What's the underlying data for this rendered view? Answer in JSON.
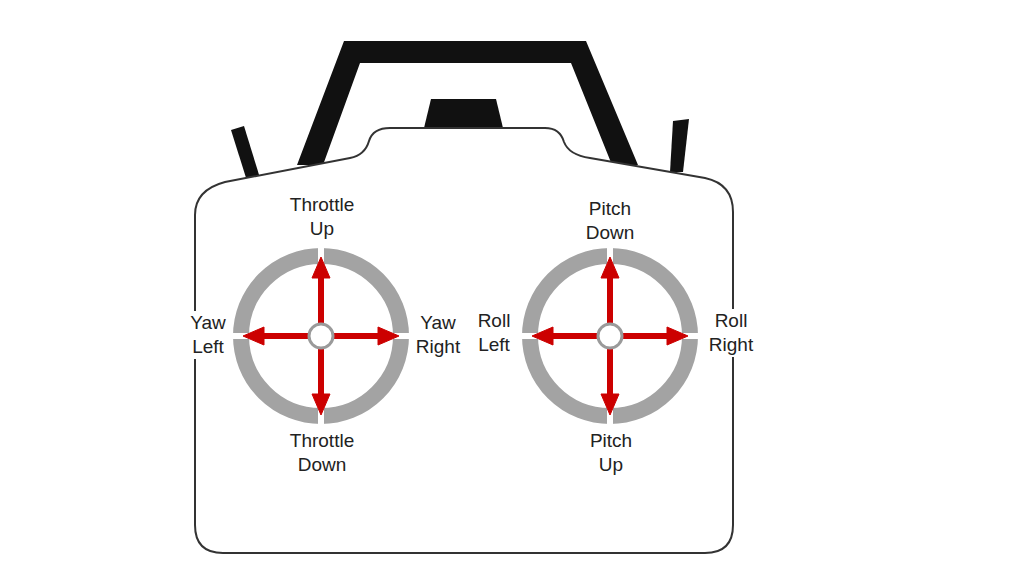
{
  "diagram": {
    "labels": [
      "Throttle Up",
      "Pitch Down",
      "Yaw Left",
      "Yaw Right",
      "Roll Left",
      "Roll Right",
      "Throttle Down",
      "Pitch Up"
    ]
  }
}
